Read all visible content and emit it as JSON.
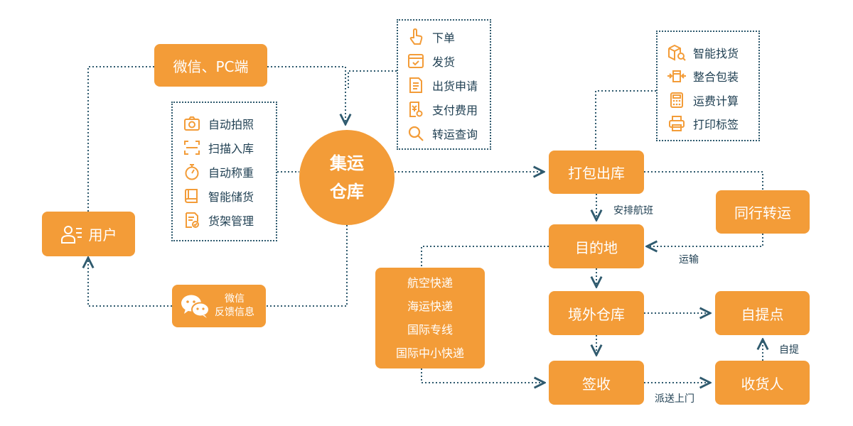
{
  "nodes": {
    "wechat_pc": "微信、PC端",
    "user": "用户",
    "center_line1": "集运",
    "center_line2": "仓库",
    "pack_out": "打包出库",
    "peer_transfer": "同行转运",
    "destination": "目的地",
    "overseas_warehouse": "境外仓库",
    "pickup_point": "自提点",
    "sign": "签收",
    "receiver": "收货人",
    "feedback_line1": "微信",
    "feedback_line2": "反馈信息"
  },
  "warehouse_functions": [
    {
      "icon": "camera-icon",
      "label": "自动拍照"
    },
    {
      "icon": "scan-icon",
      "label": "扫描入库"
    },
    {
      "icon": "stopwatch-icon",
      "label": "自动称重"
    },
    {
      "icon": "book-icon",
      "label": "智能储货"
    },
    {
      "icon": "shelf-doc-icon",
      "label": "货架管理"
    }
  ],
  "order_actions": [
    {
      "icon": "hand-pointer-icon",
      "label": "下单"
    },
    {
      "icon": "shipping-box-icon",
      "label": "发货"
    },
    {
      "icon": "document-icon",
      "label": "出货申请"
    },
    {
      "icon": "receipt-icon",
      "label": "支付费用"
    },
    {
      "icon": "magnifier-icon",
      "label": "转运查询"
    }
  ],
  "packing_services": [
    {
      "icon": "box-search-icon",
      "label": "智能找货"
    },
    {
      "icon": "consolidate-icon",
      "label": "整合包装"
    },
    {
      "icon": "calculator-icon",
      "label": "运费计算"
    },
    {
      "icon": "printer-icon",
      "label": "打印标签"
    }
  ],
  "shipping_methods": [
    "航空快递",
    "海运快递",
    "国际专线",
    "国际中小快递"
  ],
  "edge_labels": {
    "schedule_flight": "安排航班",
    "transport": "运输",
    "self_pickup": "自提",
    "delivery": "派送上门"
  },
  "colors": {
    "accent": "#f39c38",
    "line": "#2f5a6e",
    "text": "#1f3f52"
  }
}
